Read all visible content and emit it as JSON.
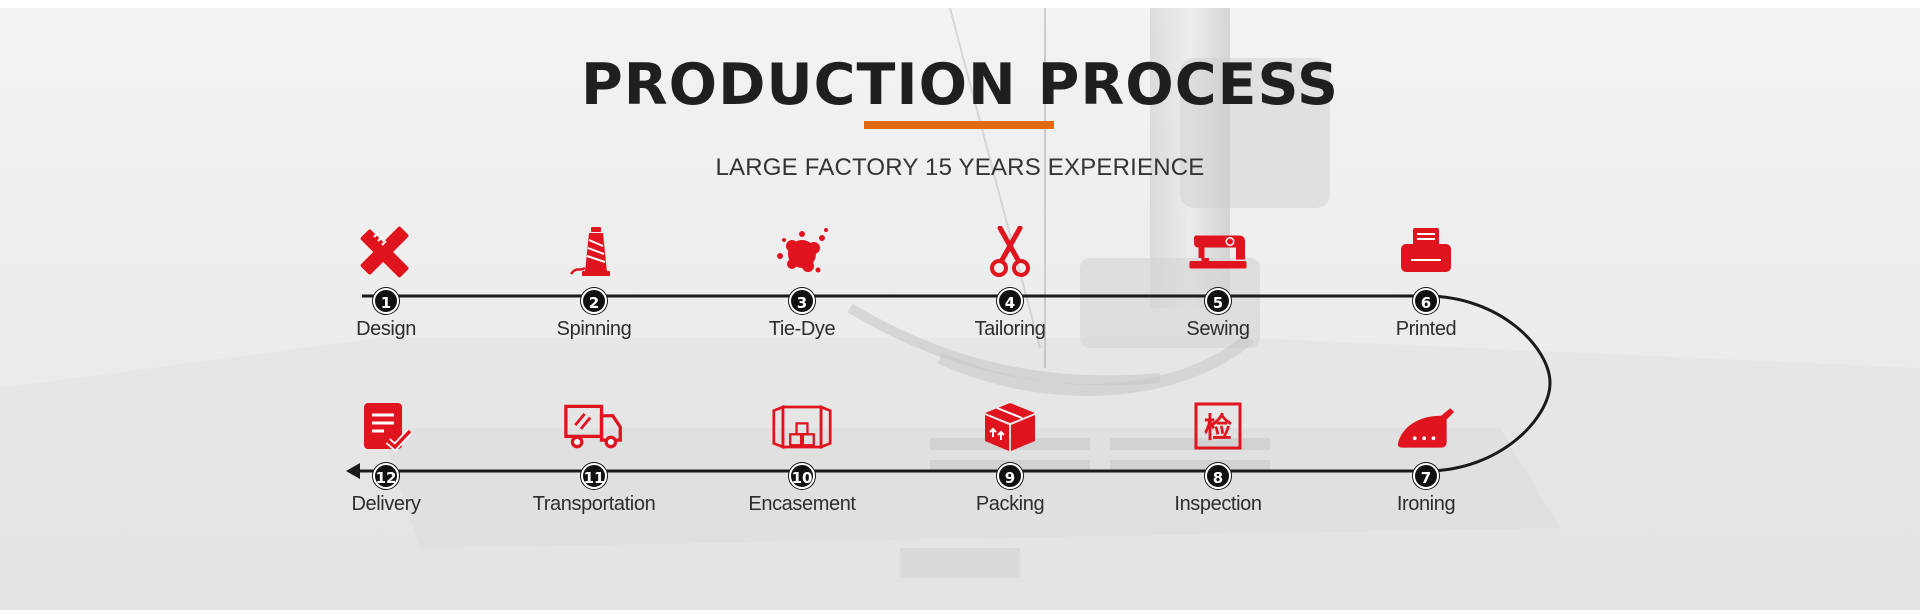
{
  "header": {
    "title": "PRODUCTION PROCESS",
    "subtitle": "LARGE FACTORY 15 YEARS EXPERIENCE"
  },
  "colors": {
    "accent": "#e06a12",
    "icon_red": "#e0141e",
    "line": "#1a1a1a"
  },
  "steps": [
    {
      "number": "1",
      "label": "Design",
      "icon": "ruler-pencil-icon"
    },
    {
      "number": "2",
      "label": "Spinning",
      "icon": "thread-spool-icon"
    },
    {
      "number": "3",
      "label": "Tie-Dye",
      "icon": "paint-splash-icon"
    },
    {
      "number": "4",
      "label": "Tailoring",
      "icon": "scissors-icon"
    },
    {
      "number": "5",
      "label": "Sewing",
      "icon": "sewing-machine-icon"
    },
    {
      "number": "6",
      "label": "Printed",
      "icon": "printer-icon"
    },
    {
      "number": "7",
      "label": "Ironing",
      "icon": "iron-icon"
    },
    {
      "number": "8",
      "label": "Inspection",
      "icon": "inspection-stamp-icon"
    },
    {
      "number": "9",
      "label": "Packing",
      "icon": "package-box-icon"
    },
    {
      "number": "10",
      "label": "Encasement",
      "icon": "container-icon"
    },
    {
      "number": "11",
      "label": "Transportation",
      "icon": "truck-icon"
    },
    {
      "number": "12",
      "label": "Delivery",
      "icon": "delivery-checklist-icon"
    }
  ],
  "inspection_glyph": "检"
}
